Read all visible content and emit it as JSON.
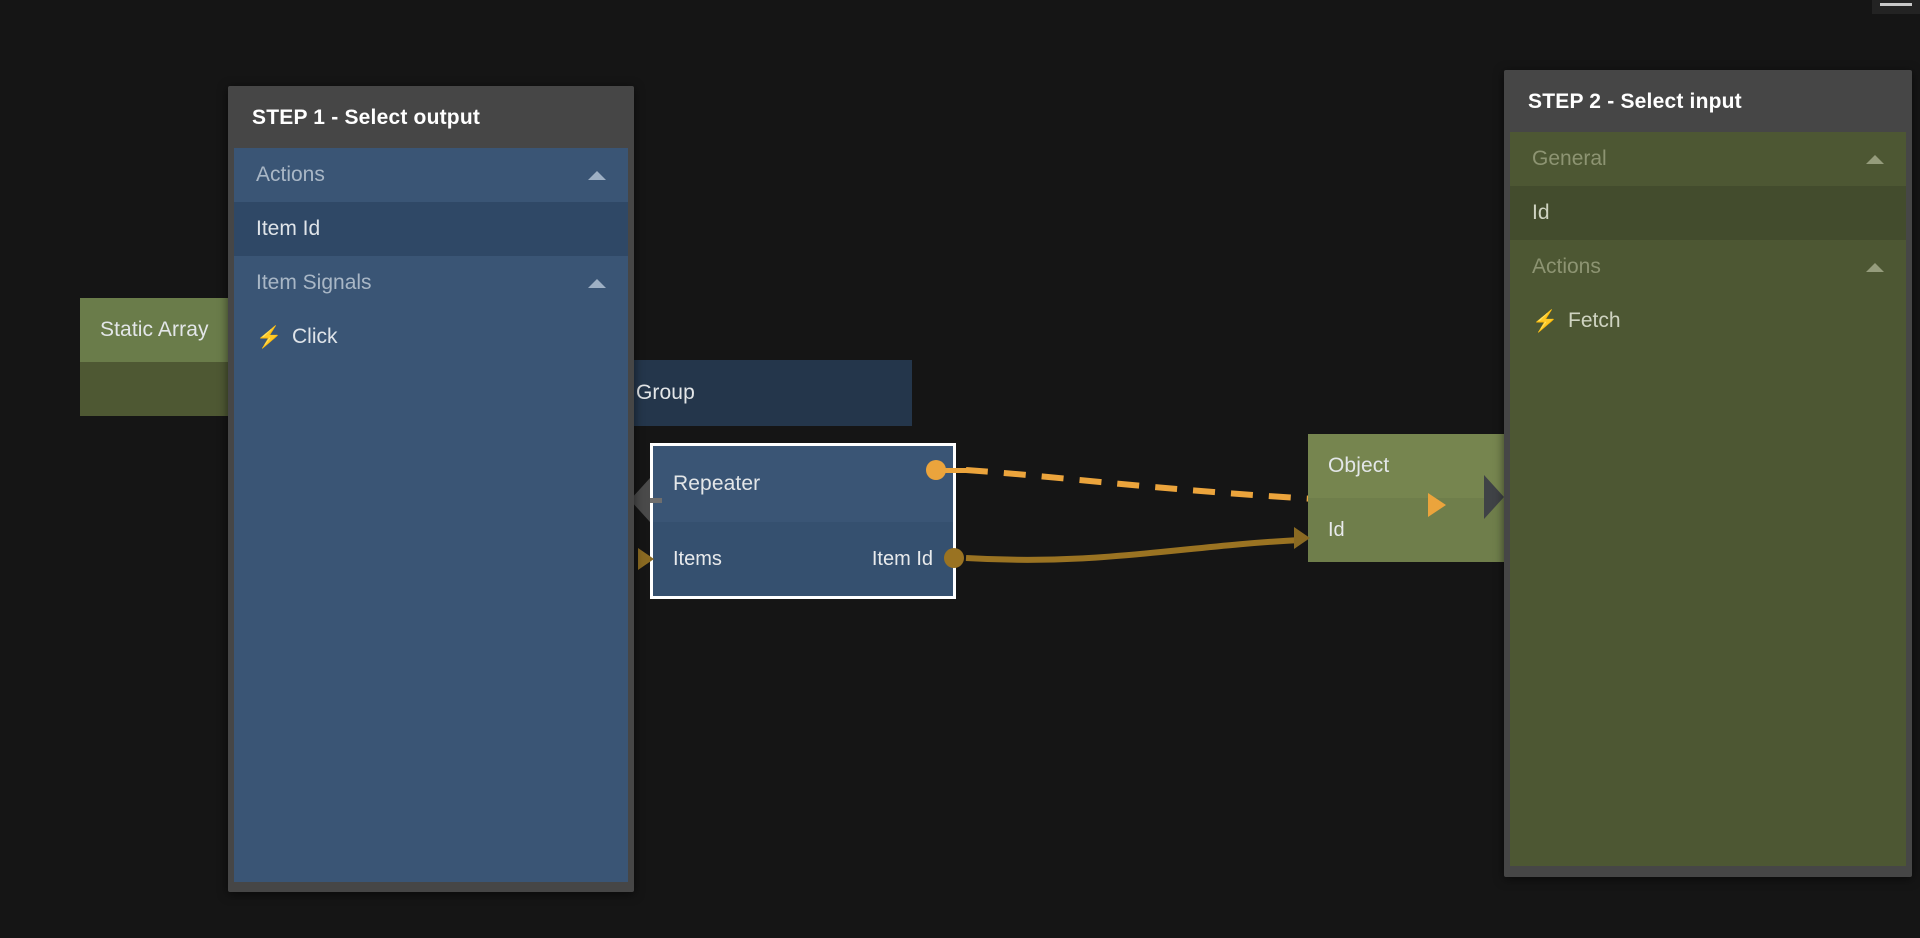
{
  "window": {
    "background_color": "#151515",
    "topbar": {
      "icon": "menu-bar-stub"
    }
  },
  "graph": {
    "nodes": [
      {
        "id": "static-array",
        "title": "Static Array",
        "header_color": "#6a7c4a",
        "body_color": "#4e5833",
        "ports": []
      },
      {
        "id": "group",
        "title": "Group",
        "header_color": "#24364b",
        "body_color": "#24364b",
        "ports": []
      },
      {
        "id": "repeater",
        "title": "Repeater",
        "header_color": "#3a5575",
        "body_color": "#35506f",
        "selected": true,
        "input_port": "Items",
        "output_port": "Item Id"
      },
      {
        "id": "object",
        "title": "Object",
        "header_color": "#76854f",
        "body_color": "#6f7e4b",
        "input_port": "Id"
      }
    ],
    "connections": [
      {
        "id": "signal-edge",
        "style": "dashed",
        "color": "#eba43c",
        "from": "repeater.signal-out",
        "to": "object.signal-in"
      },
      {
        "id": "data-edge",
        "style": "solid",
        "color": "#9a7322",
        "from": "repeater.item-id",
        "to": "object.id"
      }
    ]
  },
  "step1": {
    "title": "STEP 1 - Select output",
    "accent_color": "#3a5575",
    "rows": [
      {
        "label": "Actions",
        "type": "group",
        "collapse_icon": "chevron-up-icon"
      },
      {
        "label": "Item Id",
        "type": "item"
      },
      {
        "label": "Item Signals",
        "type": "group",
        "collapse_icon": "chevron-up-icon"
      },
      {
        "label": "Click",
        "type": "signal",
        "icon": "lightning-bolt-icon",
        "icon_glyph": "⚡"
      }
    ]
  },
  "step2": {
    "title": "STEP 2 - Select input",
    "accent_color": "#4d5733",
    "rows": [
      {
        "label": "General",
        "type": "group",
        "collapse_icon": "chevron-up-icon"
      },
      {
        "label": "Id",
        "type": "item"
      },
      {
        "label": "Actions",
        "type": "group",
        "collapse_icon": "chevron-up-icon"
      },
      {
        "label": "Fetch",
        "type": "signal",
        "icon": "lightning-bolt-icon",
        "icon_glyph": "⚡"
      }
    ]
  }
}
